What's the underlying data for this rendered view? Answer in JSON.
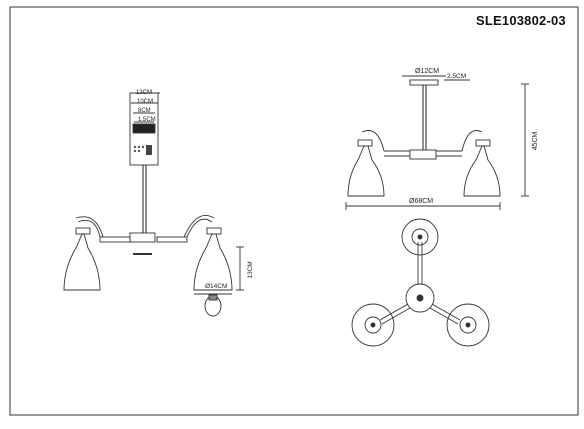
{
  "product_code": "SLE103802-03",
  "side_view_left": {
    "top_dims": [
      "13CM",
      "10CM",
      "8CM",
      "1.5CM"
    ],
    "shade_height": "13CM",
    "shade_diameter": "Ø14CM"
  },
  "side_view_right": {
    "canopy_diameter": "Ø12CM",
    "canopy_height": "2.5CM",
    "total_height": "45CM",
    "total_width": "Ø68CM"
  }
}
